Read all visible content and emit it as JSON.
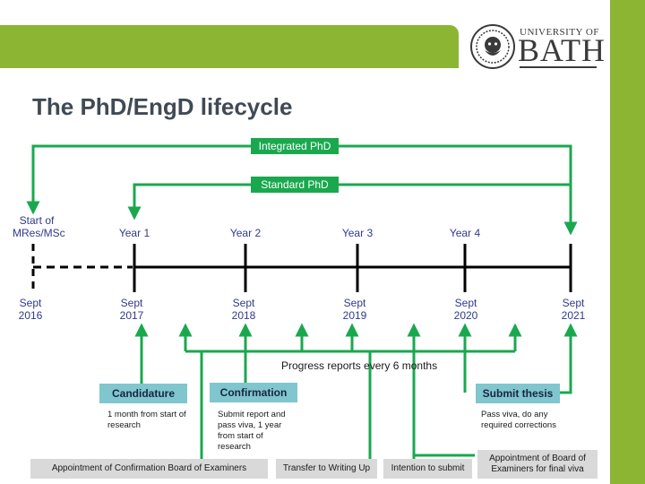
{
  "header": {
    "logo_line1": "UNIVERSITY OF",
    "logo_line2": "BATH",
    "title": "The PhD/EngD lifecycle"
  },
  "routes": {
    "integrated": "Integrated PhD",
    "standard": "Standard PhD"
  },
  "timeline": {
    "start_label": "Start of MRes/MSc",
    "years": [
      "Year 1",
      "Year 2",
      "Year 3",
      "Year 4"
    ],
    "dates": [
      [
        "Sept",
        "2016"
      ],
      [
        "Sept",
        "2017"
      ],
      [
        "Sept",
        "2018"
      ],
      [
        "Sept",
        "2019"
      ],
      [
        "Sept",
        "2020"
      ],
      [
        "Sept",
        "2021"
      ]
    ]
  },
  "progress_label": "Progress reports every 6 months",
  "milestones": [
    {
      "label": "Candidature",
      "note": "1 month from start of research"
    },
    {
      "label": "Confirmation",
      "note": "Submit report and pass viva, 1 year from start of research"
    },
    {
      "label": "Submit thesis",
      "note": "Pass viva, do any required corrections"
    }
  ],
  "bottom_boxes": [
    "Appointment of Confirmation Board of Examiners",
    "Transfer to Writing Up",
    "Intention to submit",
    "Appointment of Board of Examiners for final viva"
  ],
  "colors": {
    "brand_green": "#8cb533",
    "arrow_green": "#1aa84f",
    "milestone_teal": "#7fc6cf",
    "label_blue": "#2f3a8c"
  }
}
